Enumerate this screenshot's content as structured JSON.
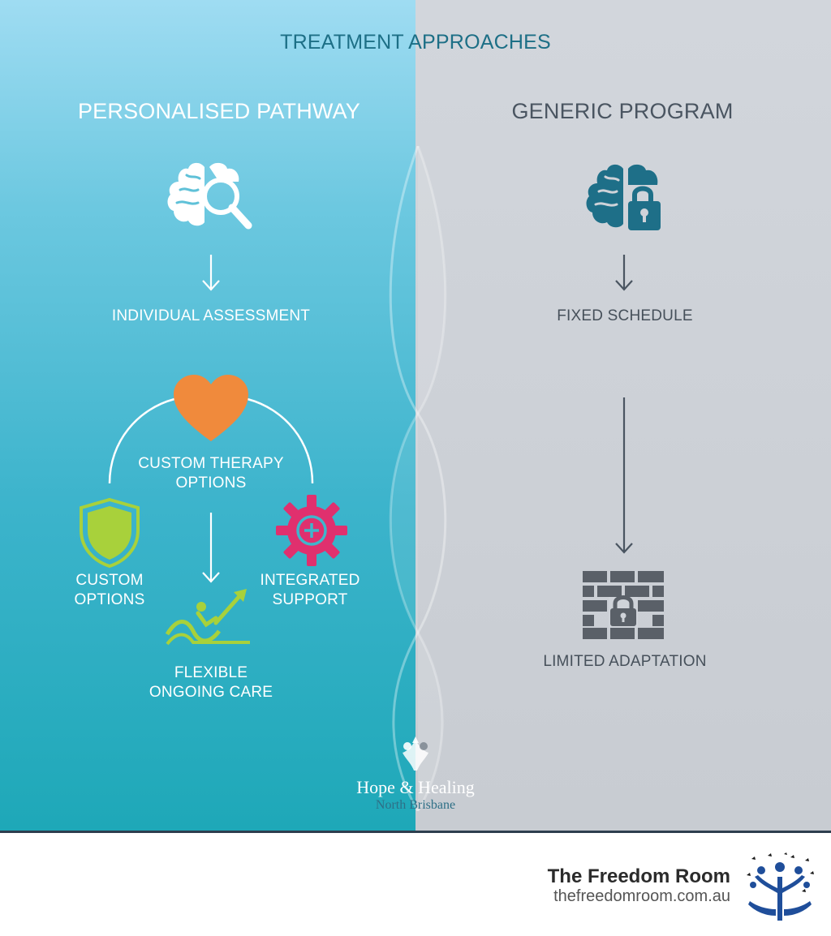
{
  "header": {
    "title": "TREATMENT APPROACHES"
  },
  "left": {
    "title": "PERSONALISED PATHWAY",
    "step1": "INDIVIDUAL ASSESSMENT",
    "center_line1": "CUSTOM THERAPY",
    "center_line2": "OPTIONS",
    "left_line1": "CUSTOM",
    "left_line2": "OPTIONS",
    "right_line1": "INTEGRATED",
    "right_line2": "SUPPORT",
    "bottom_line1": "FLEXIBLE",
    "bottom_line2": "ONGOING CARE"
  },
  "right": {
    "title": "GENERIC PROGRAM",
    "step1": "FIXED SCHEDULE",
    "step2": "LIMITED ADAPTATION"
  },
  "watermark": {
    "line1": "Hope & Healing",
    "line2": "North Brisbane"
  },
  "footer": {
    "name": "The Freedom Room",
    "url": "thefreedomroom.com.au"
  },
  "colors": {
    "heart": "#f08a3c",
    "shield": "#a8d13b",
    "gear": "#e0306e",
    "growth": "#a8d13b",
    "brain_lock": "#1e6f88",
    "wall": "#5a6068",
    "tree": "#1f4e9a"
  }
}
